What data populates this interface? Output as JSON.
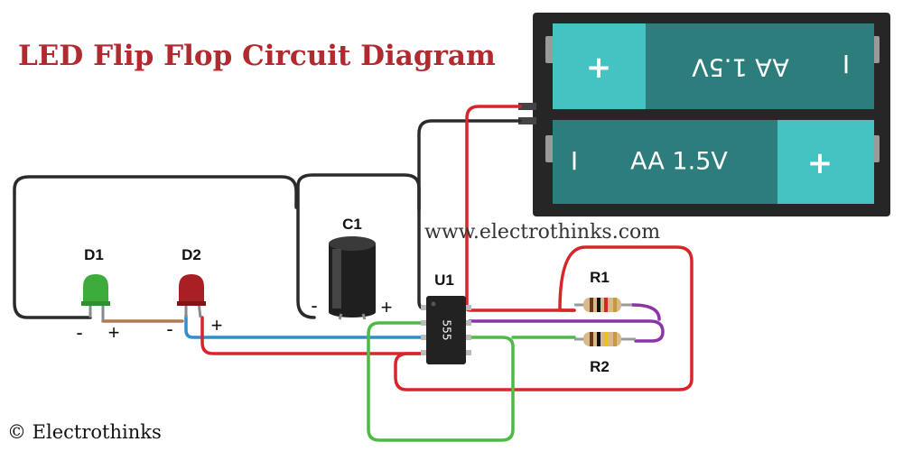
{
  "title": "LED Flip Flop Circuit Diagram",
  "website": "www.electrothinks.com",
  "copyright": "© Electrothinks",
  "colors": {
    "title": "#b02a30",
    "wire_black": "#2b2b2b",
    "wire_red": "#d6262a",
    "wire_blue": "#2e8fd0",
    "wire_green": "#4cba45",
    "wire_purple": "#8a35a8",
    "wire_brown": "#b07a4d",
    "battery_body": "#2e7d7d",
    "battery_cap": "#45c3c3",
    "battery_holder": "#262626"
  },
  "components": {
    "d1": {
      "label": "D1",
      "color": "green"
    },
    "d2": {
      "label": "D2",
      "color": "red"
    },
    "c1": {
      "label": "C1"
    },
    "u1": {
      "label": "U1",
      "chip": "555"
    },
    "r1": {
      "label": "R1"
    },
    "r2": {
      "label": "R2"
    }
  },
  "polarity": {
    "d1_neg": "-",
    "d1_pos": "+",
    "d2_neg": "-",
    "d2_pos": "+",
    "c1_neg": "-",
    "c1_pos": "+"
  },
  "battery": {
    "top_cell": {
      "text": "AA 1.5V",
      "plus": "+",
      "minus": "I"
    },
    "bottom_cell": {
      "text": "AA 1.5V",
      "plus": "+",
      "minus": "I"
    }
  }
}
